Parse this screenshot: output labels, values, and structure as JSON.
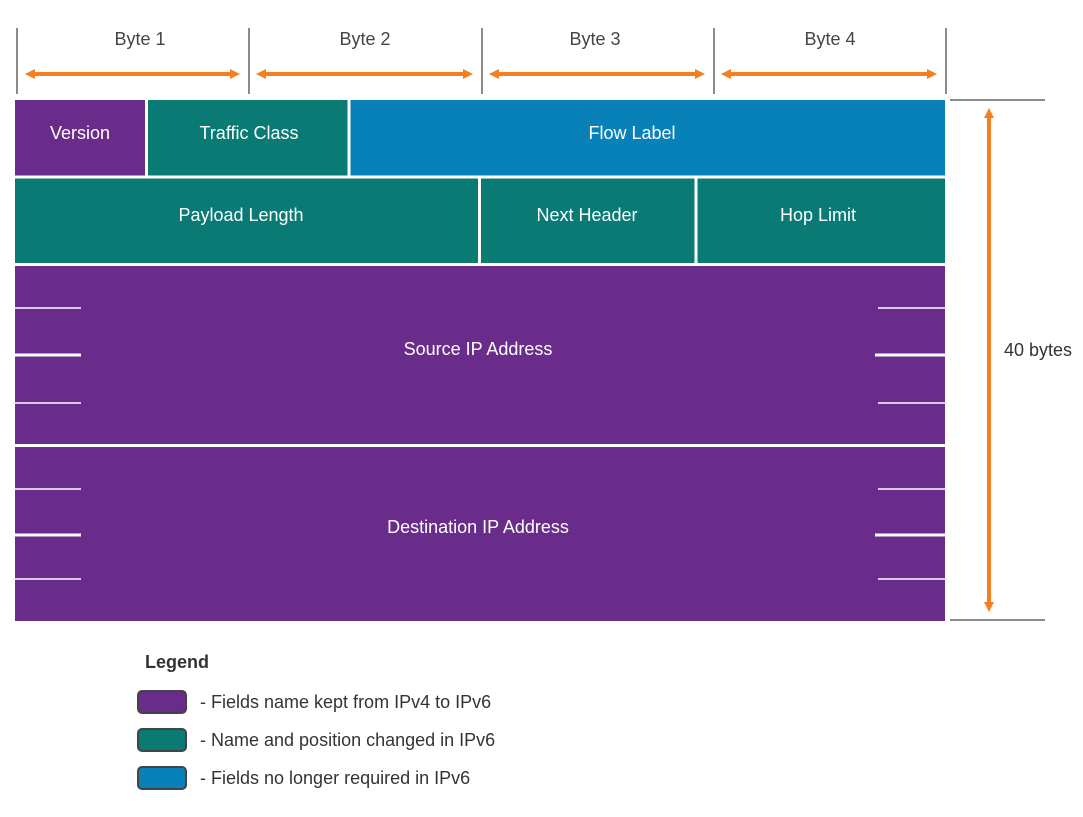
{
  "colors": {
    "kept": "#6a2c8a",
    "changed": "#0a7a74",
    "removed": "#0880b8",
    "arrow": "#f47f20",
    "divider": "#ffffff",
    "tick": "#666666"
  },
  "byte_labels": [
    "Byte 1",
    "Byte 2",
    "Byte 3",
    "Byte 4"
  ],
  "fields": {
    "version": "Version",
    "traffic_class": "Traffic Class",
    "flow_label": "Flow Label",
    "payload_length": "Payload Length",
    "next_header": "Next Header",
    "hop_limit": "Hop Limit",
    "source_ip": "Source IP Address",
    "destination_ip": "Destination IP Address"
  },
  "size_label": "40 bytes",
  "legend": {
    "title": "Legend",
    "items": [
      {
        "text": "- Fields name kept from IPv4 to IPv6"
      },
      {
        "text": "- Name and position changed in IPv6"
      },
      {
        "text": "- Fields no longer required in IPv6"
      }
    ]
  }
}
